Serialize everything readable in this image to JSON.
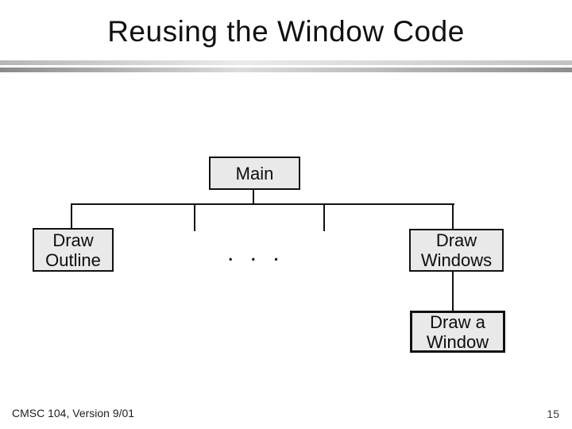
{
  "slide": {
    "title": "Reusing the Window Code",
    "footer_text": "CMSC 104, Version 9/01",
    "slide_number": "15"
  },
  "diagram": {
    "type": "hierarchy-tree",
    "nodes": {
      "main": {
        "label": "Main"
      },
      "draw_outline": {
        "line1": "Draw",
        "line2": "Outline"
      },
      "draw_windows": {
        "line1": "Draw",
        "line2": "Windows"
      },
      "draw_a_window": {
        "line1": "Draw a",
        "line2": "Window"
      }
    },
    "ellipsis": ". . ."
  },
  "colors": {
    "background": "#ffffff",
    "ink": "#111111",
    "box_fill": "#e9e9e9",
    "bar_dark": "#8a8a8a",
    "bar_light": "#ebebeb"
  }
}
